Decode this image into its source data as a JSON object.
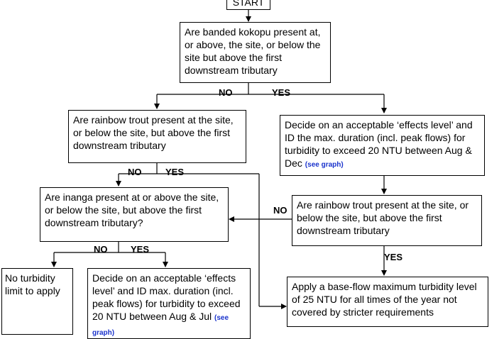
{
  "nodes": {
    "start": "START",
    "kokopu": "Are banded kokopu present at, or above, the site, or below the site but above the first downstream tributary",
    "trout1": "Are rainbow trout present at the site, or below the site, but above the first downstream tributary",
    "effects_dec": "Decide on an acceptable ‘effects level’ and ID the max. duration (incl. peak flows) for turbidity to exceed 20 NTU between Aug & Dec",
    "inanga": "Are inanga present at or above the site, or below the site, but above the first downstream tributary?",
    "trout2": "Are rainbow trout present at the site, or below the site, but above the first downstream tributary",
    "no_limit": "No turbidity limit to apply",
    "effects_jul": "Decide on an acceptable ‘effects level’ and ID max. duration (incl. peak flows) for turbidity to exceed 20 NTU between Aug & Jul",
    "baseflow": "Apply a base-flow maximum turbidity level of 25 NTU for all times of the year not covered by stricter requirements"
  },
  "links": {
    "see_graph_1": "(see graph)",
    "see_graph_2": "(see graph)"
  },
  "labels": {
    "no1": "NO",
    "yes1": "YES",
    "no2": "NO",
    "yes2": "YES",
    "no3": "NO",
    "no4": "NO",
    "yes4": "YES",
    "yes5": "YES"
  },
  "colors": {
    "link": "#1a33cc",
    "line": "#000000"
  }
}
